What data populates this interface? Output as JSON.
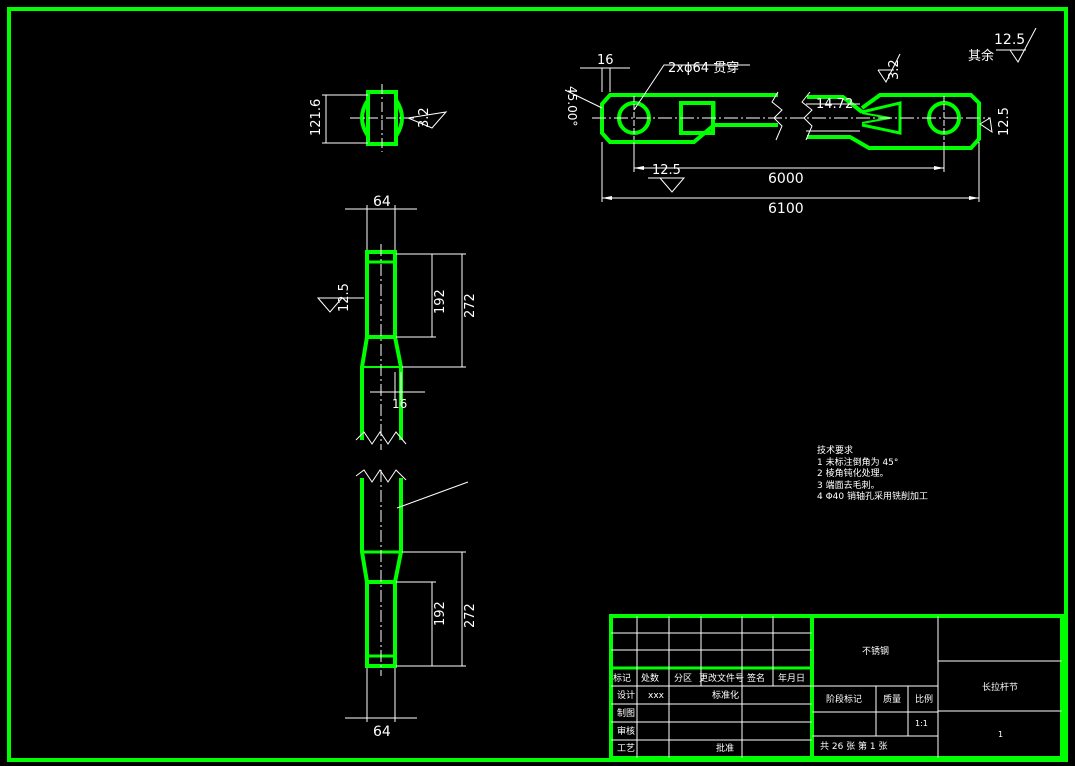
{
  "colors": {
    "outline": "#00ff00",
    "line": "#ffffff",
    "background": "#000000"
  },
  "annotations": {
    "holes": "2xϕ64  贯穿",
    "dim_16_top": "16",
    "chamfer": "45.00°",
    "dim_14_72": "14.72",
    "dim_12_5_a": "12.5",
    "dim_6000": "6000",
    "dim_6100": "6100",
    "rough_3_2_top": "3.2",
    "rough_12_5_right": "12.5",
    "other_label": "其余",
    "other_value": "12.5",
    "dim_121_6": "121.6",
    "rough_3_2_side": "3.2",
    "dim_64_top": "64",
    "dim_64_bottom": "64",
    "dim_192_top": "192",
    "dim_272_top": "272",
    "dim_192_bottom": "192",
    "dim_272_bottom": "272",
    "rough_12_5_left": "12.5",
    "dim_16_mid": "16"
  },
  "notes": {
    "title": "技术要求",
    "items": [
      "1 未标注倒角为  45°",
      "2 棱角钝化处理。",
      "3 端面去毛刺。",
      "4 Φ40  销轴孔采用铣削加工"
    ]
  },
  "titleblock": {
    "material": "不锈钢",
    "part_name": "长拉杆节",
    "h_biaoji": "标记",
    "h_chushu": "处数",
    "h_fenqu": "分区",
    "h_genggai": "更改文件号",
    "h_qianming": "签名",
    "h_date": "年月日",
    "sheji": "设计",
    "sheji_name": "xxx",
    "biaozhunhua": "标准化",
    "zhitu": "制图",
    "shenhe": "审核",
    "gongyi": "工艺",
    "pizhun": "批准",
    "jieduan": "阶段标记",
    "zhiliang": "质量",
    "bili": "比例",
    "scale": "1:1",
    "sheets": "共  26 张 第  1 张",
    "drawing_no": "1"
  }
}
